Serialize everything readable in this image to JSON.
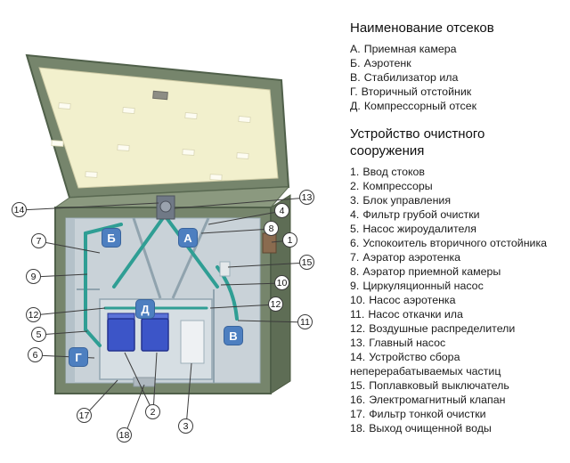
{
  "legend": {
    "sections": [
      {
        "title": "Наименование отсеков",
        "items": [
          {
            "key": "А.",
            "text": "Приемная камера"
          },
          {
            "key": "Б.",
            "text": "Аэротенк"
          },
          {
            "key": "В.",
            "text": "Стабилизатор ила"
          },
          {
            "key": "Г.",
            "text": "Вторичный отстойник"
          },
          {
            "key": "Д.",
            "text": "Компрессорный отсек"
          }
        ]
      },
      {
        "title": "Устройство очистного\nсооружения",
        "items": [
          {
            "key": "1.",
            "text": "Ввод стоков"
          },
          {
            "key": "2.",
            "text": "Компрессоры"
          },
          {
            "key": "3.",
            "text": "Блок управления"
          },
          {
            "key": "4.",
            "text": "Фильтр грубой очистки"
          },
          {
            "key": "5.",
            "text": "Насос жироудалителя"
          },
          {
            "key": "6.",
            "text": "Успокоитель вторичного отстойника"
          },
          {
            "key": "7.",
            "text": "Аэратор аэротенка"
          },
          {
            "key": "8.",
            "text": "Аэратор приемной камеры"
          },
          {
            "key": "9.",
            "text": "Циркуляционный насос"
          },
          {
            "key": "10.",
            "text": "Насос аэротенка"
          },
          {
            "key": "11.",
            "text": "Насос откачки ила"
          },
          {
            "key": "12.",
            "text": "Воздушные распределители"
          },
          {
            "key": "13.",
            "text": "Главный насос"
          },
          {
            "key": "14.",
            "text": "Устройство сбора неперерабатываемых частиц"
          },
          {
            "key": "15.",
            "text": "Поплавковый выключатель"
          },
          {
            "key": "16.",
            "text": "Электромагнитный клапан"
          },
          {
            "key": "17.",
            "text": "Фильтр тонкой очистки"
          },
          {
            "key": "18.",
            "text": "Выход очищенной воды"
          }
        ]
      }
    ]
  },
  "diagram": {
    "compartments": [
      {
        "letter": "Б"
      },
      {
        "letter": "А"
      },
      {
        "letter": "Д"
      },
      {
        "letter": "В"
      },
      {
        "letter": "Г"
      }
    ],
    "callouts": [
      {
        "label": "14"
      },
      {
        "label": "7"
      },
      {
        "label": "9"
      },
      {
        "label": "12"
      },
      {
        "label": "5"
      },
      {
        "label": "6"
      },
      {
        "label": "13"
      },
      {
        "label": "4"
      },
      {
        "label": "8"
      },
      {
        "label": "1"
      },
      {
        "label": "15"
      },
      {
        "label": "10"
      },
      {
        "label": "12"
      },
      {
        "label": "11"
      },
      {
        "label": "17"
      },
      {
        "label": "18"
      },
      {
        "label": "2"
      },
      {
        "label": "3"
      }
    ]
  },
  "colors": {
    "tank_green": "#76856c",
    "tank_green_dark": "#5e6d55",
    "lid_inner": "#f2f0cd",
    "interior": "#c9d2d8",
    "pipe_teal": "#2f9e94",
    "compressor_blue": "#3c55c8",
    "label_blue": "#4d7fc0"
  }
}
